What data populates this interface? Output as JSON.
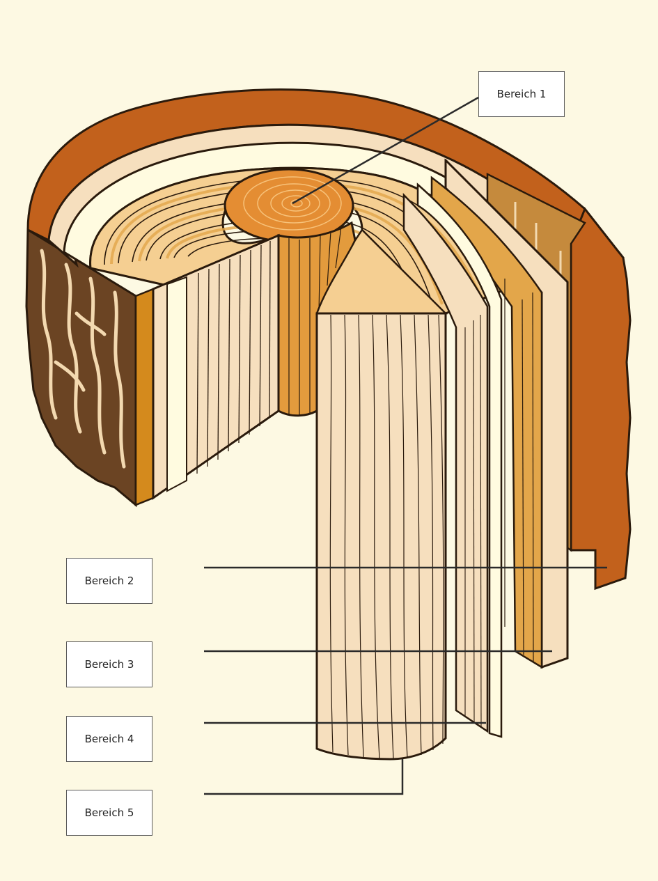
{
  "labels": {
    "l1": "Bereich 1",
    "l2": "Bereich 2",
    "l3": "Bereich 3",
    "l4": "Bereich 4",
    "l5": "Bereich 5"
  },
  "colors": {
    "background": "#fdf9e3",
    "bark_outer": "#c2611c",
    "bark_dark": "#6b4423",
    "bark_light": "#f3d9b0",
    "cambium": "#fffbe0",
    "sapwood": "#f6dfbe",
    "ring_dark": "#e3a64a",
    "heartwood": "#e39b3d",
    "pith": "#e48d33",
    "outline": "#2a1a0c"
  }
}
